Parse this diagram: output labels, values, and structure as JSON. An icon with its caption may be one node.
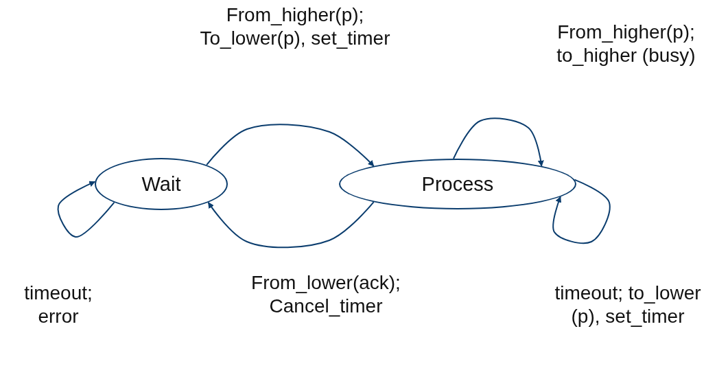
{
  "diagram": {
    "nodes": [
      {
        "text": [
          "Wait"
        ]
      },
      {
        "text": [
          "Process"
        ]
      }
    ],
    "edges": [
      {
        "from": 0,
        "to": 0,
        "arrow": "to",
        "label": "timeout; error"
      },
      {
        "from": 0,
        "to": 1,
        "arrow": "to",
        "label": "From_higher(p); To_lower(p), set_timer"
      },
      {
        "from": 1,
        "to": 0,
        "arrow": "to",
        "label": "From_lower(ack); Cancel_timer"
      },
      {
        "from": 1,
        "to": 1,
        "arrow": "to",
        "label": "From_higher(p); to_higher (busy)"
      },
      {
        "from": 1,
        "to": 1,
        "arrow": "to",
        "label": "timeout; to_lower (p), set_timer"
      }
    ]
  }
}
